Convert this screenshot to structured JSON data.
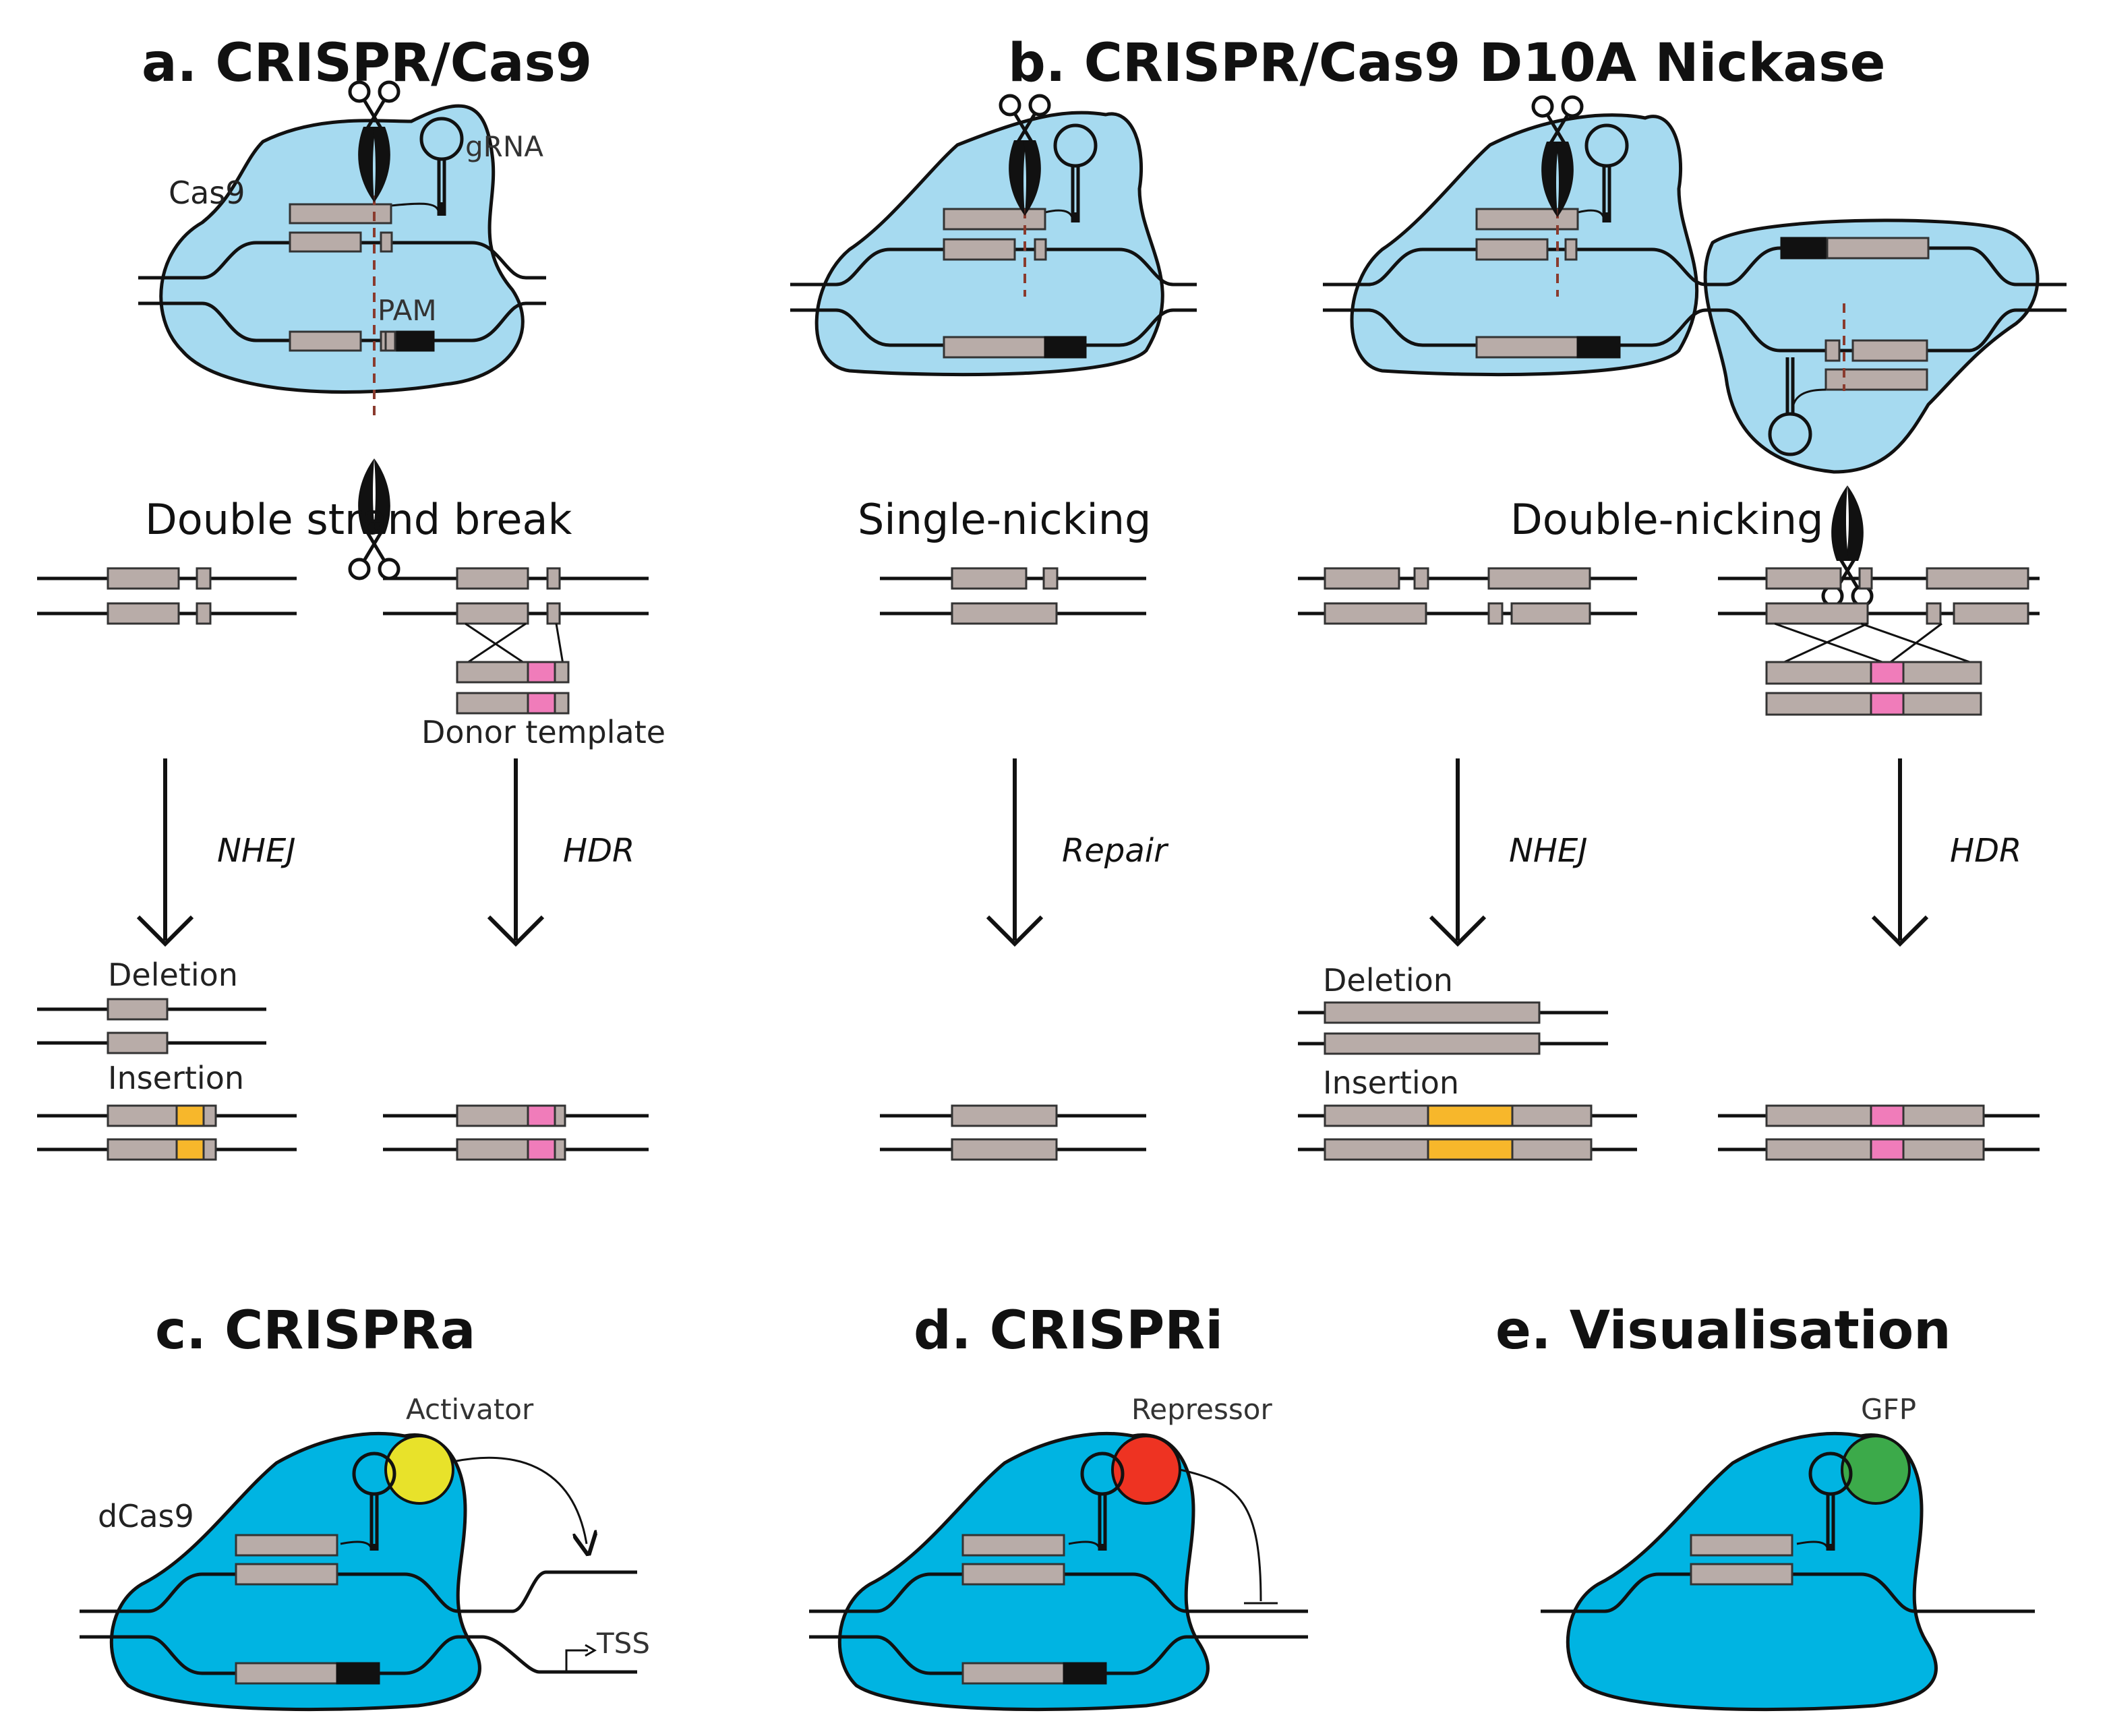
{
  "panels": {
    "a": {
      "title": "a. CRISPR/Cas9",
      "cas9": "Cas9",
      "grna": "gRNA",
      "pam": "PAM",
      "subtitle": "Double strand break",
      "donor": "Donor template",
      "nhej": "NHEJ",
      "hdr": "HDR",
      "deletion": "Deletion",
      "insertion": "Insertion"
    },
    "b": {
      "title": "b. CRISPR/Cas9 D10A Nickase",
      "single": "Single-nicking",
      "double": "Double-nicking",
      "repair": "Repair",
      "nhej": "NHEJ",
      "hdr": "HDR",
      "deletion": "Deletion",
      "insertion": "Insertion"
    },
    "c": {
      "title": "c. CRISPRa",
      "dcas9": "dCas9",
      "activator": "Activator",
      "tss": "TSS"
    },
    "d": {
      "title": "d. CRISPRi",
      "repressor": "Repressor"
    },
    "e": {
      "title": "e. Visualisation",
      "gfp": "GFP"
    }
  },
  "colors": {
    "cas9_light": "#a6daf0",
    "dcas9": "#00b4e2",
    "activator": "#e8e22a",
    "repressor": "#ee3322",
    "gfp": "#3caa4a",
    "insertion": "#f7b72b",
    "donor": "#f07cba",
    "segment": "#b8aca8"
  },
  "icons": [
    "scissors-icon",
    "grna-hairpin-icon",
    "tss-arrow-icon"
  ]
}
